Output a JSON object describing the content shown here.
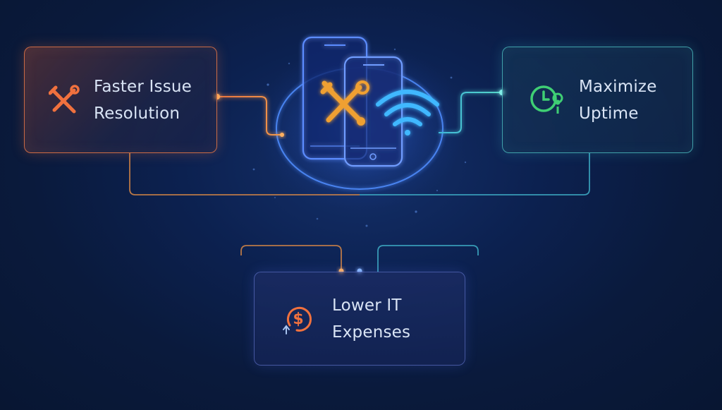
{
  "nodes": {
    "left": {
      "line1": "Faster Issue",
      "line2": "Resolution",
      "icon": "tools-icon"
    },
    "right": {
      "line1": "Maximize",
      "line2": "Uptime",
      "icon": "clock-location-icon"
    },
    "bottom": {
      "line1": "Lower IT",
      "line2": "Expenses",
      "icon": "dollar-cycle-icon"
    },
    "center": {
      "icons": [
        "mobile-phones-icon",
        "tools-icon",
        "wifi-icon"
      ]
    }
  },
  "colors": {
    "orange": "#f0713e",
    "green": "#3fcf74",
    "cyan": "#4fd0d8",
    "blue": "#3a78ff",
    "text": "#d9e4f5"
  }
}
